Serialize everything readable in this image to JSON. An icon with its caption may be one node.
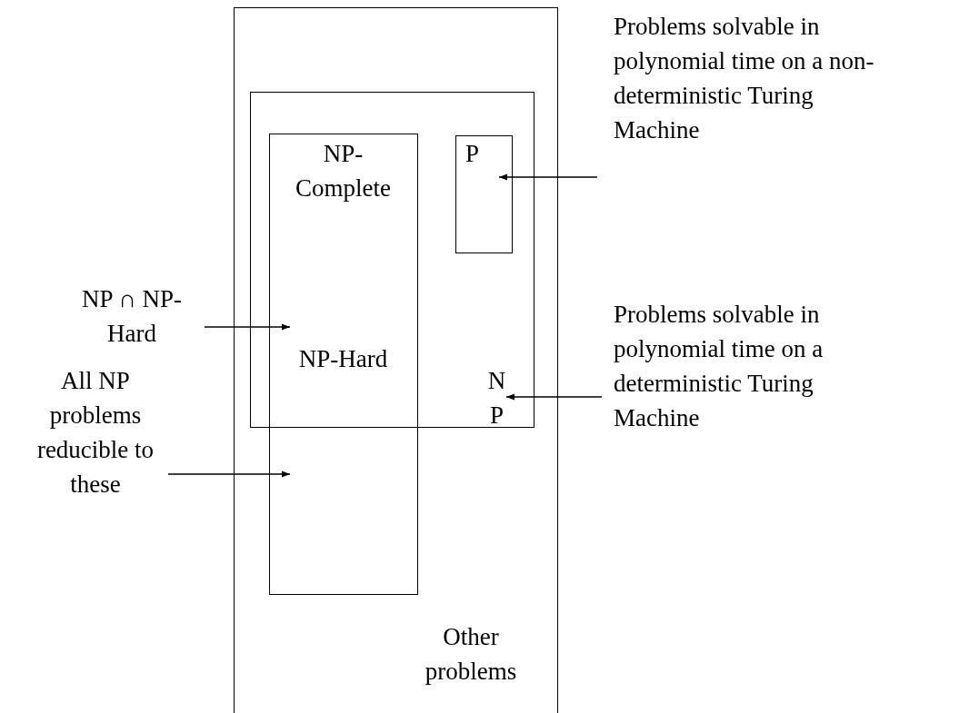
{
  "diagram": {
    "nodes": [
      {
        "text": [
          "Other problems"
        ]
      },
      {
        "text": [
          "NP"
        ],
        "in": 0
      },
      {
        "text": [
          "NP-Complete",
          "NP-Hard"
        ],
        "in": 0
      },
      {
        "text": [
          "P"
        ],
        "in": 1
      },
      {
        "text": [
          "NP ∩ NP-Hard"
        ]
      },
      {
        "text": [
          "All NP problems reducible to these"
        ]
      },
      {
        "text": [
          "Problems solvable in polynomial time on a non-deterministic Turing Machine"
        ]
      },
      {
        "text": [
          "Problems solvable in polynomial time on a deterministic Turing Machine"
        ]
      }
    ],
    "edges": [
      {
        "from": 4,
        "to": 2,
        "arrow": "to"
      },
      {
        "from": 5,
        "to": 2,
        "arrow": "to"
      },
      {
        "from": 6,
        "to": 3,
        "arrow": "to"
      },
      {
        "from": 7,
        "to": 1,
        "arrow": "to"
      }
    ]
  }
}
